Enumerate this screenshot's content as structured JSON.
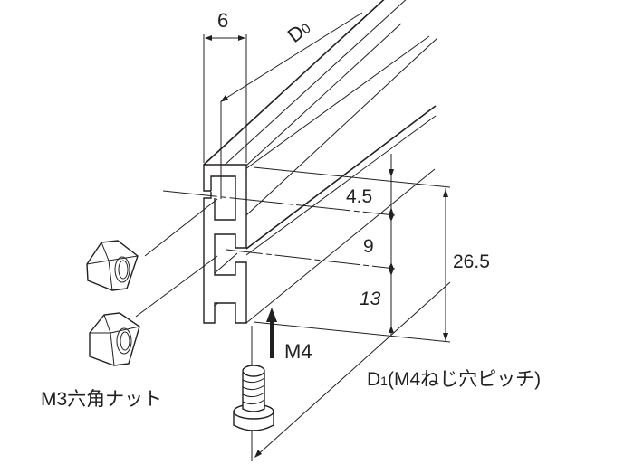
{
  "labels": {
    "width_dim": "6",
    "d0": "D",
    "d0_sub": "0",
    "dim_top": "4.5",
    "dim_mid": "9",
    "dim_bottom": "13",
    "dim_total": "26.5",
    "screw_size": "M4",
    "d1": "D",
    "d1_sub": "1",
    "d1_note": "(M4ねじ穴ピッチ)",
    "nut_label": "M3六角ナット"
  }
}
